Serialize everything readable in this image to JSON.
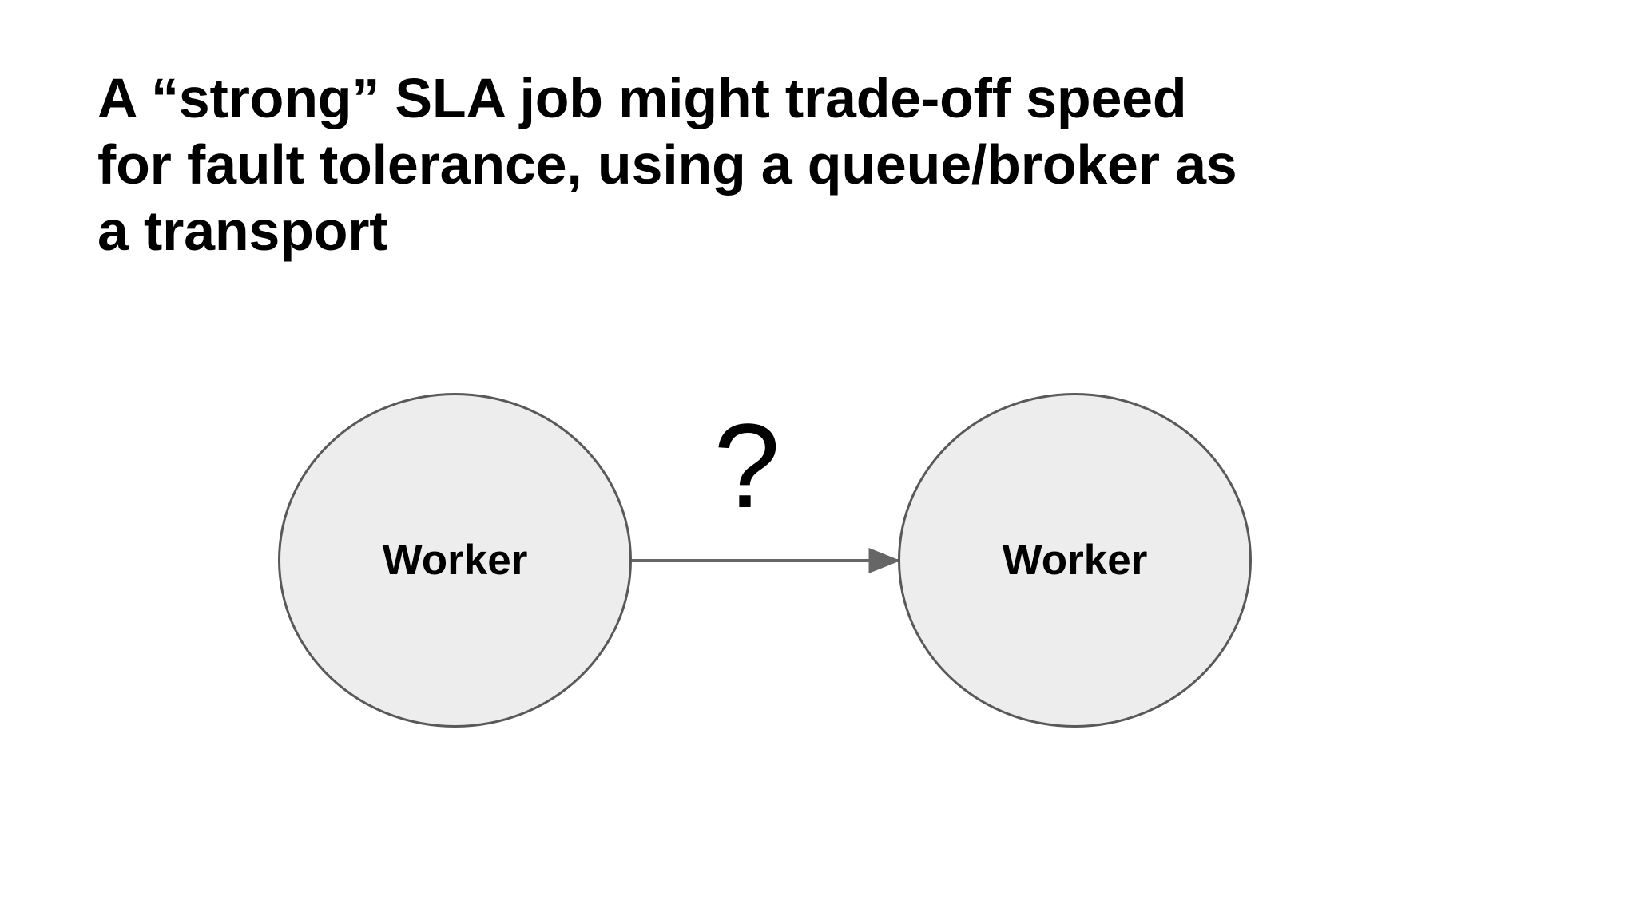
{
  "slide": {
    "background_color": "#ffffff",
    "title": {
      "lines": [
        "A “strong” SLA job might trade-off speed",
        "for fault tolerance, using a queue/broker as",
        "a transport"
      ],
      "color": "#000000"
    },
    "diagram": {
      "type": "node-edge",
      "node_fill_color": "#ededed",
      "node_border_color": "#595959",
      "edge_color": "#666666",
      "nodes": [
        {
          "id": "worker-left",
          "label": "Worker"
        },
        {
          "id": "worker-right",
          "label": "Worker"
        }
      ],
      "edges": [
        {
          "from": "worker-left",
          "to": "worker-right",
          "label": "?",
          "direction": "right"
        }
      ],
      "annotation": {
        "symbol": "?",
        "color": "#000000"
      }
    }
  }
}
